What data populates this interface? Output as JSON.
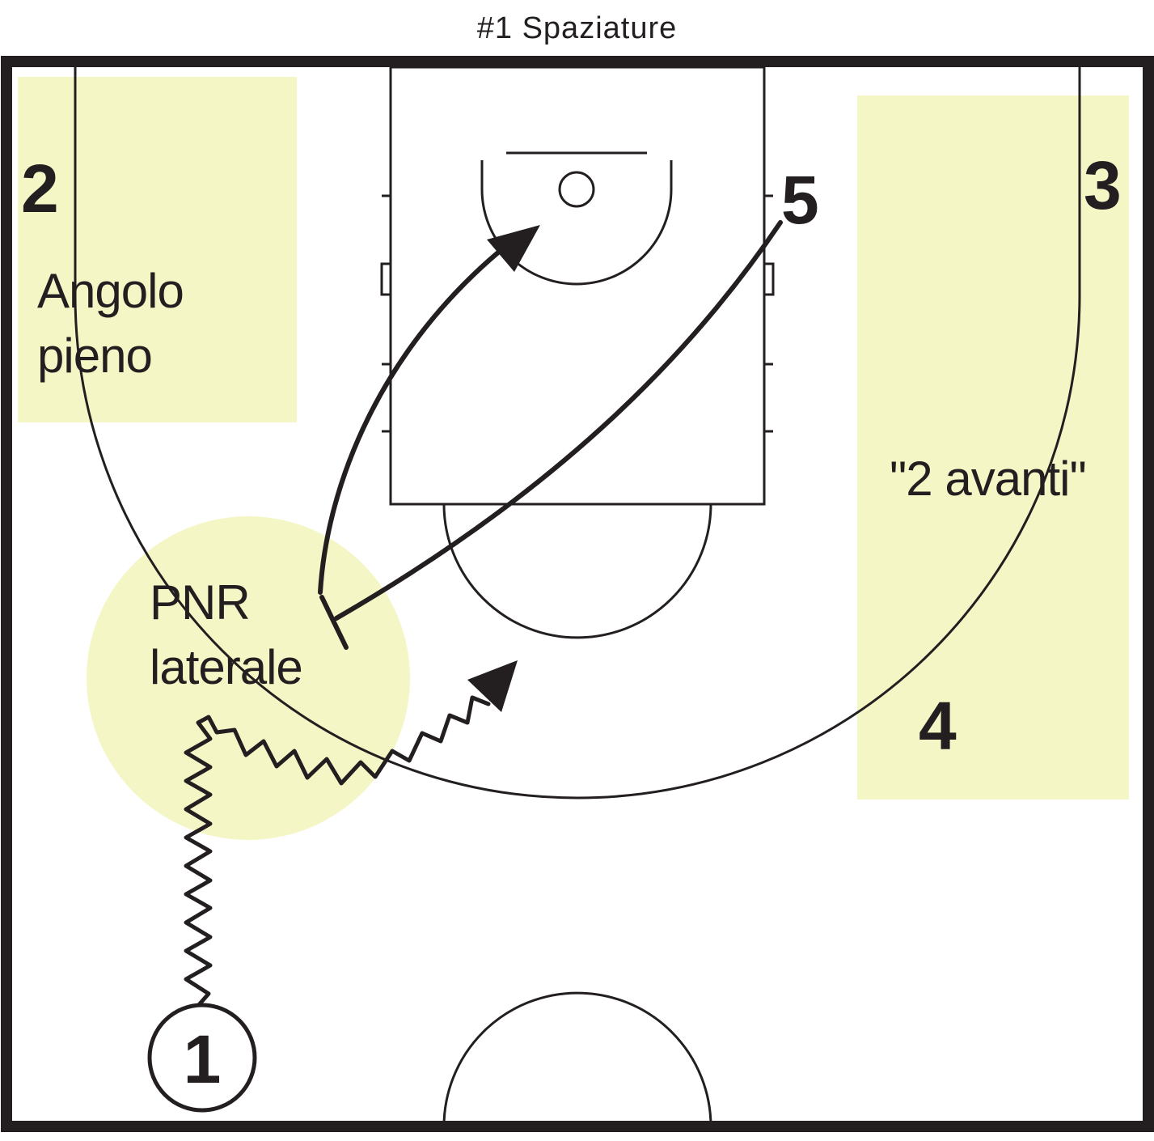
{
  "title": "#1 Spaziature",
  "colors": {
    "zone_fill": "#f5f6c6",
    "line": "#231f20",
    "background": "#ffffff"
  },
  "zones": [
    {
      "id": "corner",
      "lines": [
        "Angolo",
        "pieno"
      ]
    },
    {
      "id": "pnr",
      "lines": [
        "PNR",
        "laterale"
      ]
    },
    {
      "id": "wing",
      "lines": [
        "\"2 avanti\""
      ]
    }
  ],
  "players": [
    {
      "id": "p1",
      "label": "1"
    },
    {
      "id": "p2",
      "label": "2"
    },
    {
      "id": "p3",
      "label": "3"
    },
    {
      "id": "p4",
      "label": "4"
    },
    {
      "id": "p5",
      "label": "5"
    }
  ],
  "actions": [
    {
      "type": "dribble",
      "player": "1"
    },
    {
      "type": "screen",
      "player": "5"
    },
    {
      "type": "roll",
      "player": "5"
    }
  ]
}
